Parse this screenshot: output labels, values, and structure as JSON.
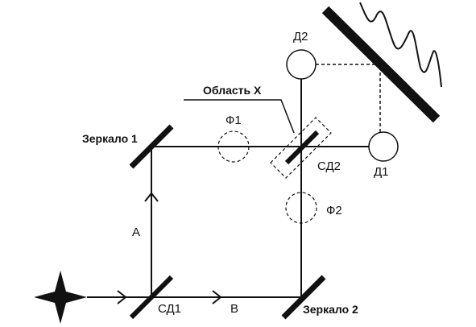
{
  "labels": {
    "mirror1": "Зеркало 1",
    "mirror2": "Зеркало 2",
    "bs1": "СД1",
    "bs2": "СД2",
    "detector1": "Д1",
    "detector2": "Д2",
    "phase1": "Ф1",
    "phase2": "Ф2",
    "region_x": "Область X",
    "path_a": "A",
    "path_b": "B"
  },
  "colors": {
    "ink": "#111111",
    "background": "#ffffff"
  }
}
